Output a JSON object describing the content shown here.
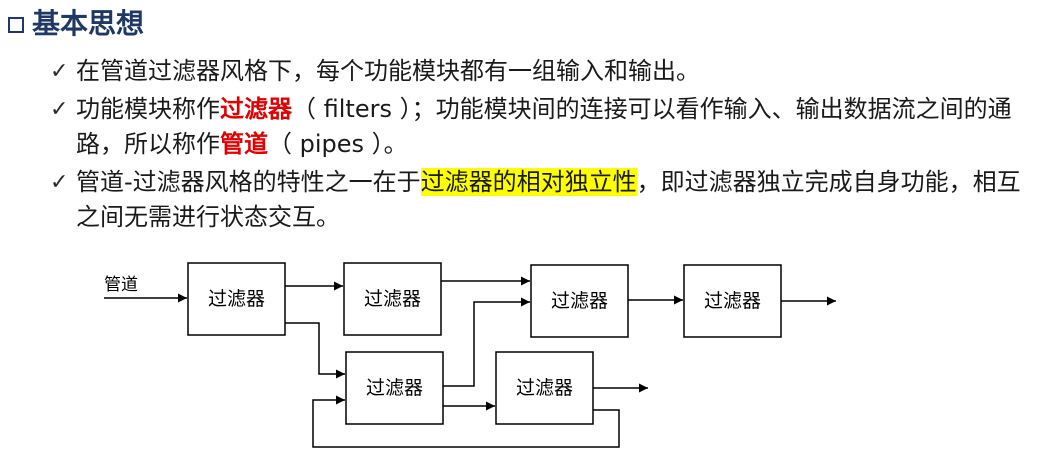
{
  "heading": "基本思想",
  "bullets": [
    {
      "parts": [
        {
          "t": "在管道过滤器风格下，每个功能模块都有一组输入和输出。",
          "s": ""
        }
      ]
    },
    {
      "parts": [
        {
          "t": "功能模块称作",
          "s": ""
        },
        {
          "t": "过滤器",
          "s": "red"
        },
        {
          "t": "（ filters ）；功能模块间的连接可以看作输入、输出数据流之间的通路，所以称作",
          "s": ""
        },
        {
          "t": "管道",
          "s": "red"
        },
        {
          "t": "（ pipes ）。",
          "s": ""
        }
      ]
    },
    {
      "parts": [
        {
          "t": "管道-过滤器风格的特性之一在于",
          "s": ""
        },
        {
          "t": "过滤器的相对独立性",
          "s": "hl"
        },
        {
          "t": "，即过滤器独立完成自身功能，相互之间无需进行状态交互。",
          "s": ""
        }
      ]
    }
  ],
  "diagram": {
    "pipe_label": "管道",
    "filter_label": "过滤器"
  },
  "colors": {
    "heading": "#1f3864",
    "emphasis": "#e00000",
    "highlight": "#ffff00"
  },
  "icons": {
    "heading_marker": "square-outline-icon",
    "bullet_marker": "checkmark-icon"
  }
}
